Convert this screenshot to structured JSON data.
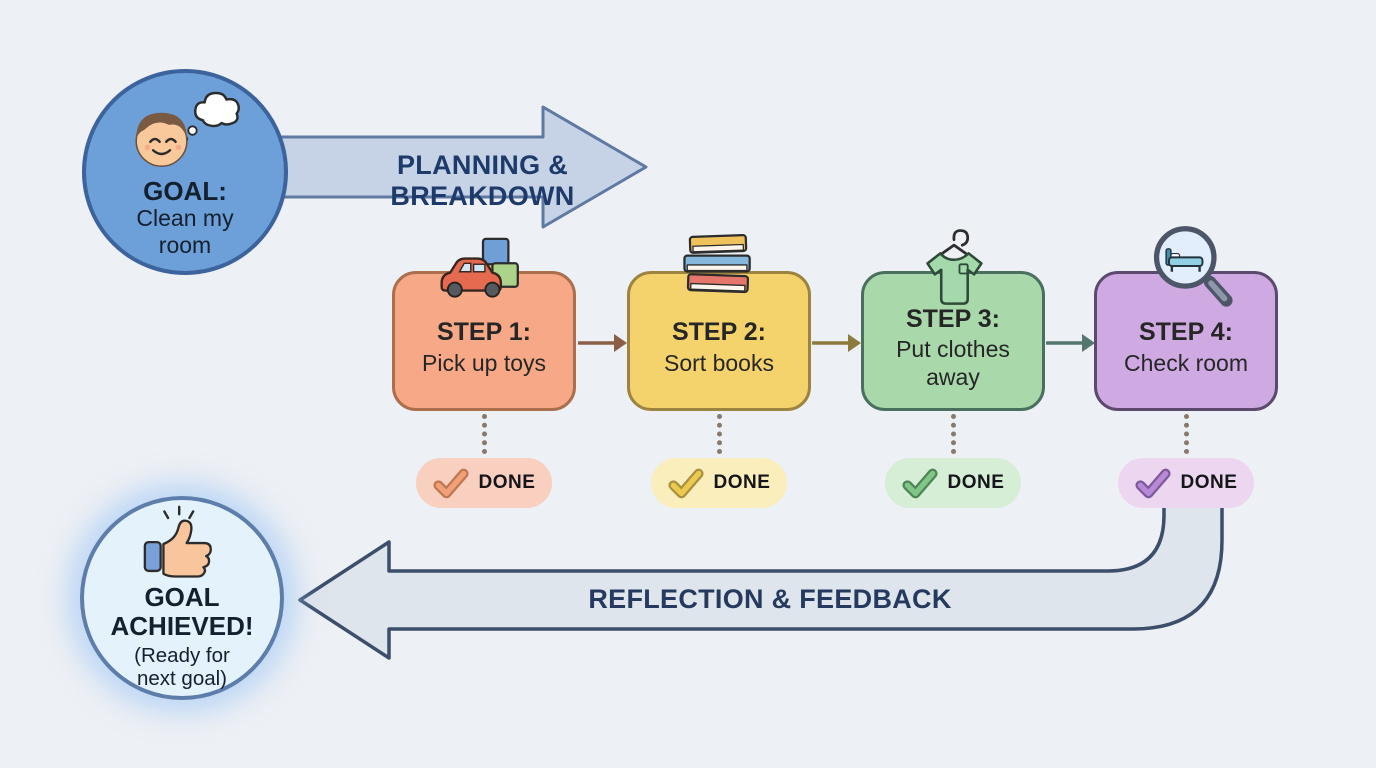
{
  "goal": {
    "label": "GOAL:",
    "task": "Clean my room",
    "icon": "boy-thinking-icon"
  },
  "planning": {
    "label": "PLANNING & BREAKDOWN"
  },
  "steps": [
    {
      "title": "STEP 1:",
      "task": "Pick up toys",
      "icon": "toy-car-and-blocks-icon",
      "done": "DONE",
      "colors": {
        "box_fill": "#f7a987",
        "box_border": "#ab6f4d",
        "pill_fill": "#f9cfc0",
        "check": "#f2a077",
        "check_outline": "#bd7852",
        "connector": "#8b5e46"
      }
    },
    {
      "title": "STEP 2:",
      "task": "Sort books",
      "icon": "book-stack-icon",
      "done": "DONE",
      "colors": {
        "box_fill": "#f5d36c",
        "box_border": "#9d8340",
        "pill_fill": "#faeebc",
        "check": "#edc94f",
        "check_outline": "#a8913f",
        "connector": "#8d7b3e"
      }
    },
    {
      "title": "STEP 3:",
      "task": "Put clothes away",
      "icon": "tshirt-hanger-icon",
      "done": "DONE",
      "colors": {
        "box_fill": "#a9d9ab",
        "box_border": "#4b6f5e",
        "pill_fill": "#d6edd6",
        "check": "#82c687",
        "check_outline": "#4f8457",
        "connector": "#53776d"
      }
    },
    {
      "title": "STEP 4:",
      "task": "Check room",
      "icon": "magnifier-bed-icon",
      "done": "DONE",
      "colors": {
        "box_fill": "#cfa9e2",
        "box_border": "#5b4a6e",
        "pill_fill": "#edd7f0",
        "check": "#b78ad8",
        "check_outline": "#7e5a9b",
        "connector": "#53776d"
      }
    }
  ],
  "reflection": {
    "label": "REFLECTION & FEEDBACK"
  },
  "achieved": {
    "line1": "GOAL",
    "line2": "ACHIEVED!",
    "note": "(Ready for next goal)",
    "icon": "thumbs-up-icon"
  },
  "theme": {
    "background": "#edf0f5",
    "planning_arrow_fill": "#c6d2e6",
    "planning_arrow_border": "#5f79a3",
    "planning_text": "#1e3a6a",
    "reflection_arrow_fill": "#dfe5ec",
    "reflection_arrow_border": "#3d4e6b",
    "reflection_text": "#253a5e",
    "goal_circle_fill": "#6da0d8",
    "goal_circle_border": "#3c639c",
    "goal_text": "#14202e",
    "achieved_circle_fill": "#e4f2fc",
    "achieved_circle_border": "#5d7dab",
    "achieved_glow": "rgba(160,200,245,0.6)",
    "dot_color": "#87796d",
    "step_text": "#262626",
    "done_text": "#15151a"
  }
}
